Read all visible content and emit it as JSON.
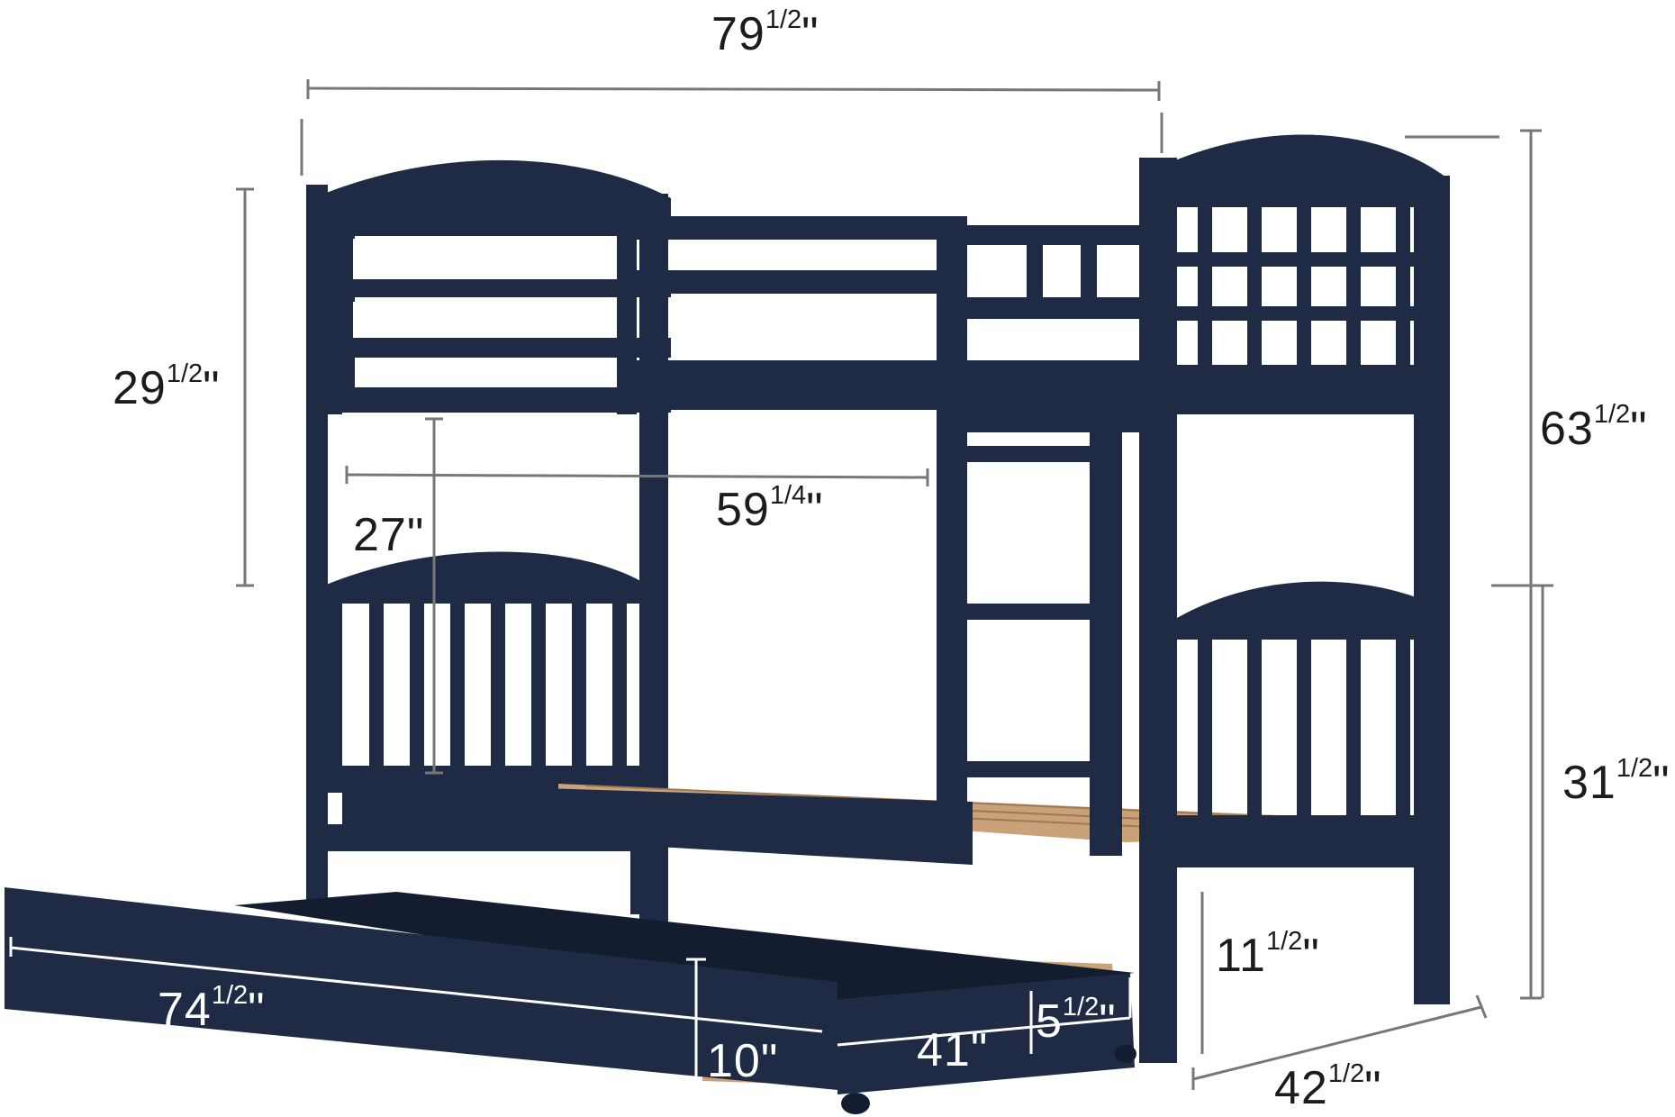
{
  "dimensions": {
    "overall_length": {
      "main": "79",
      "fraction": "1/2",
      "unit": "\""
    },
    "headboard_height": {
      "main": "29",
      "fraction": "1/2",
      "unit": "\""
    },
    "overall_height": {
      "main": "63",
      "fraction": "1/2",
      "unit": "\""
    },
    "mattress_length": {
      "main": "59",
      "fraction": "1/4",
      "unit": "\""
    },
    "clearance_height": {
      "main": "27",
      "fraction": "",
      "unit": "\""
    },
    "lower_bunk_height": {
      "main": "31",
      "fraction": "1/2",
      "unit": "\""
    },
    "leg_clearance": {
      "main": "11",
      "fraction": "1/2",
      "unit": "\""
    },
    "bed_width": {
      "main": "42",
      "fraction": "1/2",
      "unit": "\""
    },
    "trundle_length": {
      "main": "74",
      "fraction": "1/2",
      "unit": "\""
    },
    "trundle_height": {
      "main": "10",
      "fraction": "",
      "unit": "\""
    },
    "trundle_width": {
      "main": "41",
      "fraction": "",
      "unit": "\""
    },
    "trundle_inner_height": {
      "main": "5",
      "fraction": "1/2",
      "unit": "\""
    }
  },
  "colors": {
    "frame": "#1f2a44",
    "frame_dark": "#141c30",
    "slats": "#c9a27a",
    "dimension_line": "#777777",
    "light_text": "#ffffff"
  }
}
